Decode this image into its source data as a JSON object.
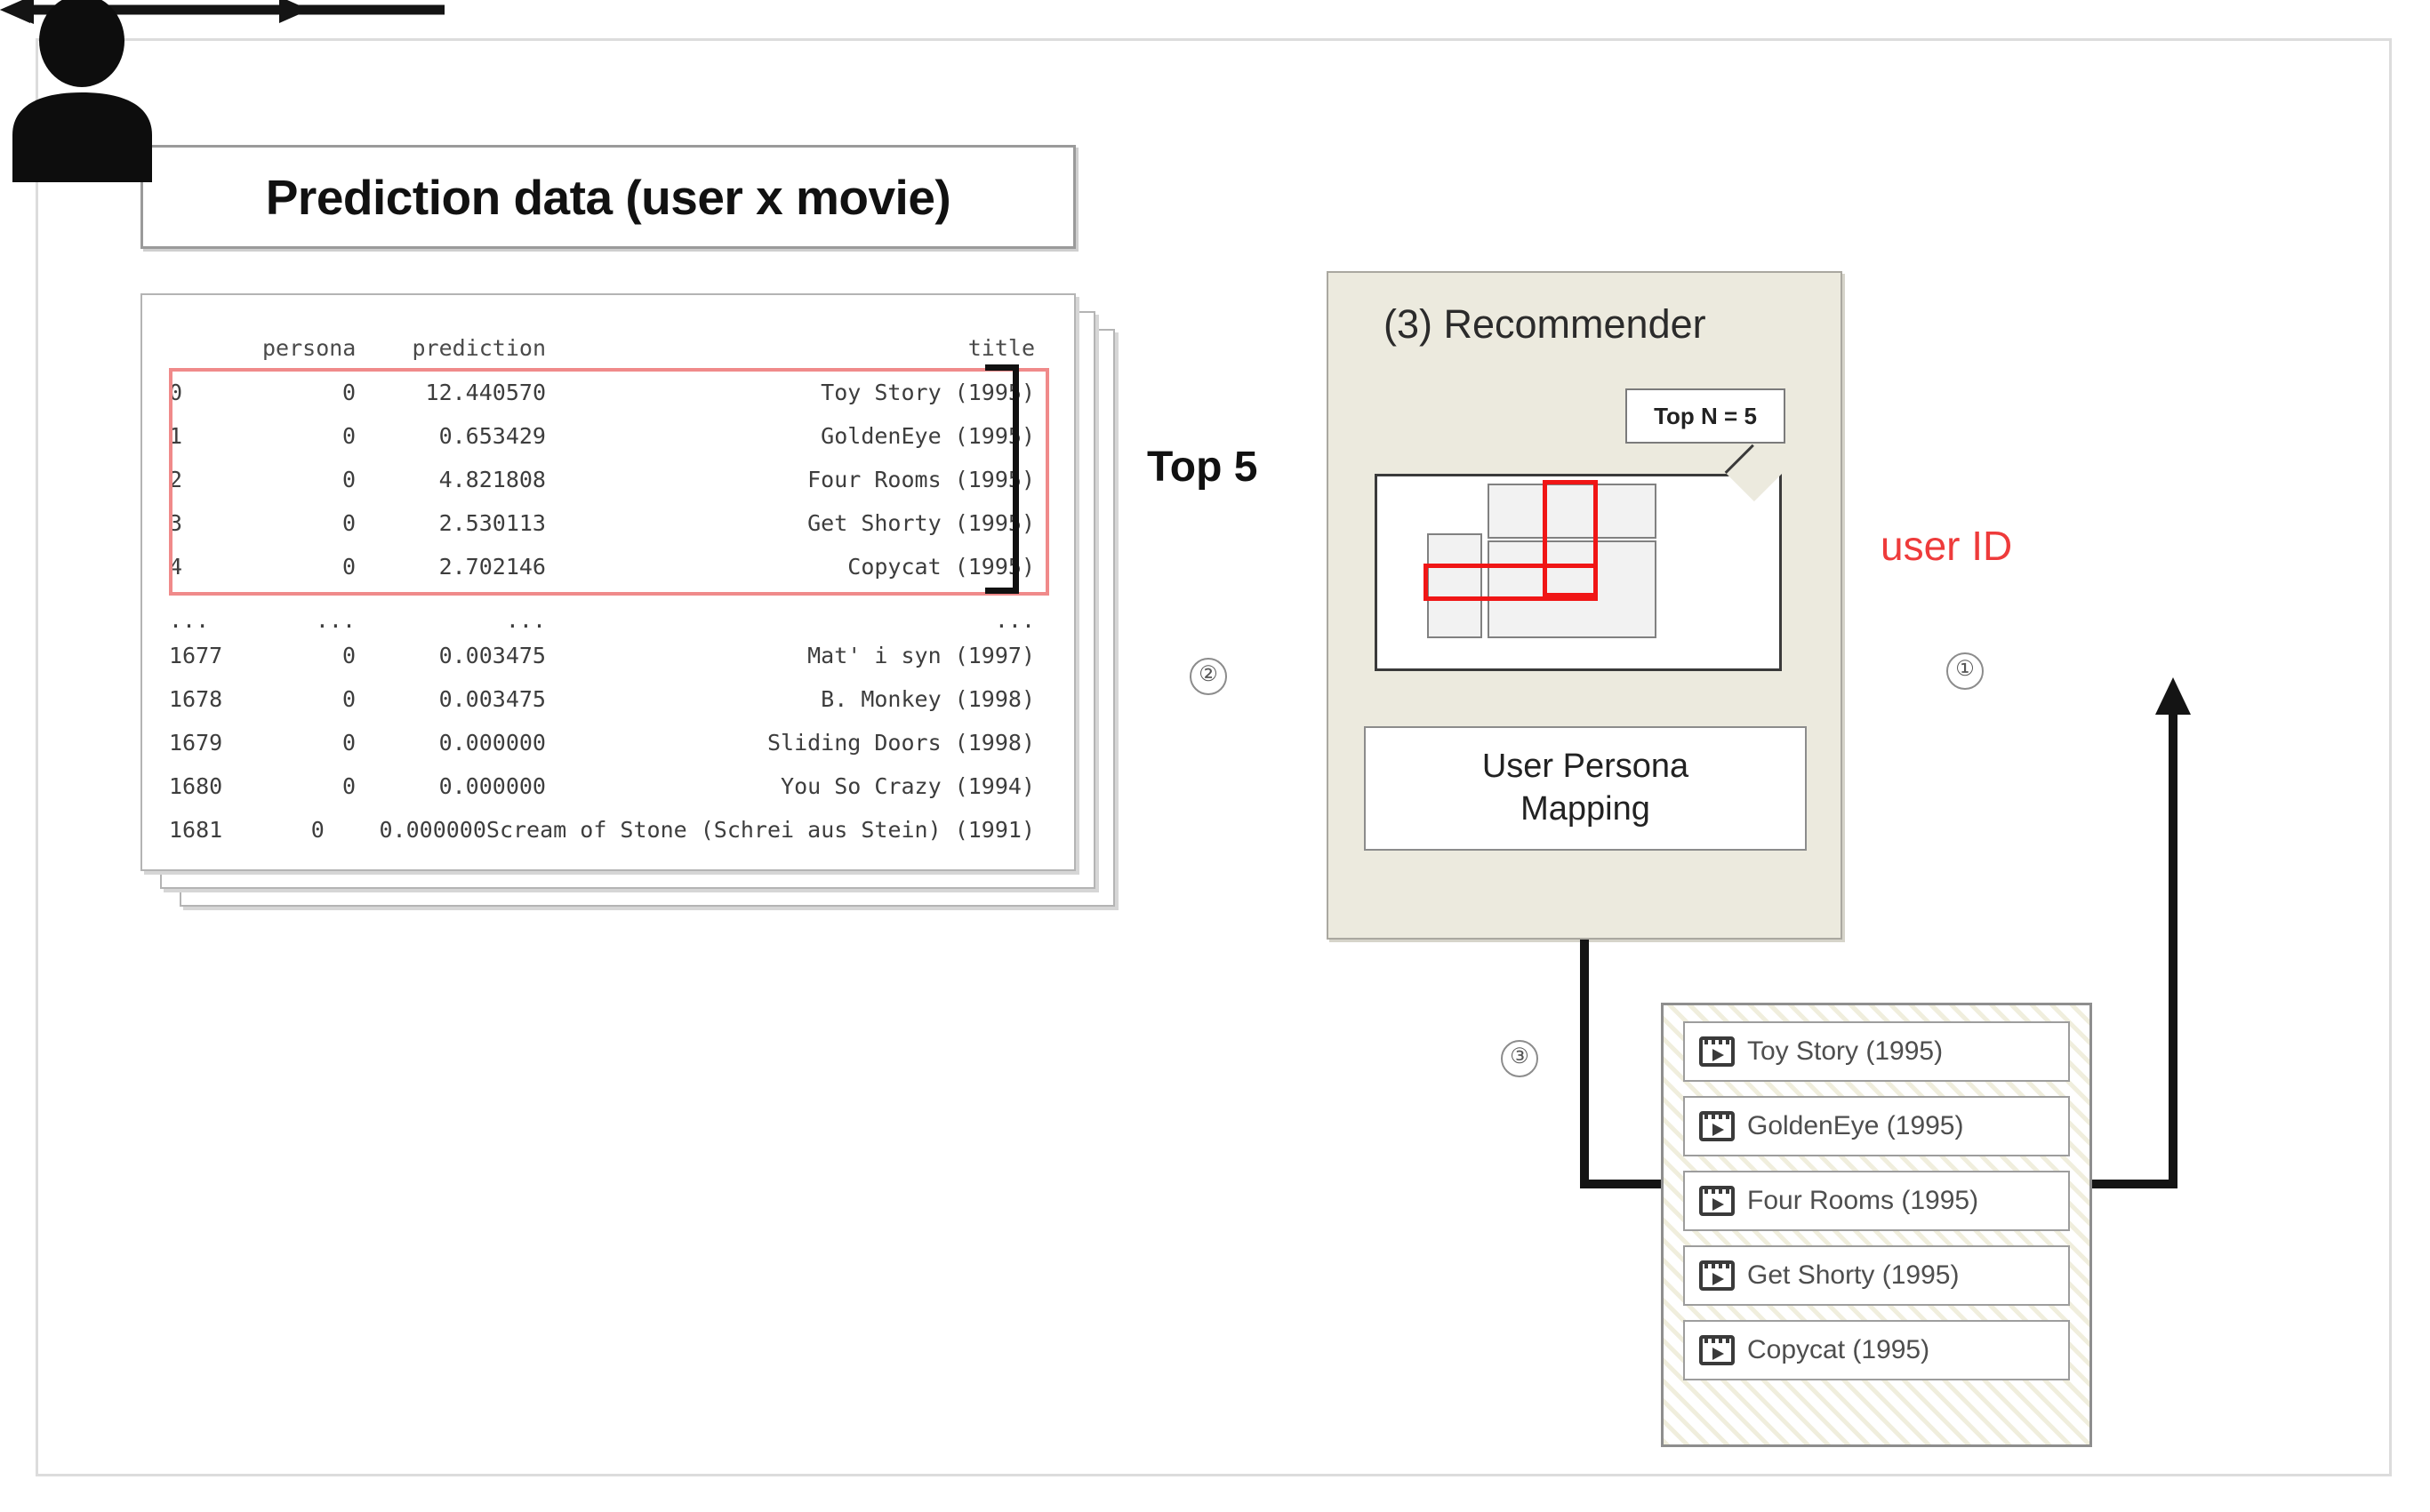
{
  "diagram": {
    "title": "Prediction data (user x movie)",
    "table": {
      "headers": {
        "index": "",
        "persona": "persona",
        "prediction": "prediction",
        "title": "title"
      },
      "highlighted_rows": [
        {
          "index": "0",
          "persona": "0",
          "prediction": "12.440570",
          "title": "Toy Story (1995)"
        },
        {
          "index": "1",
          "persona": "0",
          "prediction": "0.653429",
          "title": "GoldenEye (1995)"
        },
        {
          "index": "2",
          "persona": "0",
          "prediction": "4.821808",
          "title": "Four Rooms (1995)"
        },
        {
          "index": "3",
          "persona": "0",
          "prediction": "2.530113",
          "title": "Get Shorty (1995)"
        },
        {
          "index": "4",
          "persona": "0",
          "prediction": "2.702146",
          "title": "Copycat (1995)"
        }
      ],
      "ellipsis_row": {
        "index": "...",
        "persona": "...",
        "prediction": "...",
        "title": "..."
      },
      "tail_rows": [
        {
          "index": "1677",
          "persona": "0",
          "prediction": "0.003475",
          "title": "Mat' i syn (1997)"
        },
        {
          "index": "1678",
          "persona": "0",
          "prediction": "0.003475",
          "title": "B. Monkey (1998)"
        },
        {
          "index": "1679",
          "persona": "0",
          "prediction": "0.000000",
          "title": "Sliding Doors (1998)"
        },
        {
          "index": "1680",
          "persona": "0",
          "prediction": "0.000000",
          "title": "You So Crazy (1994)"
        },
        {
          "index": "1681",
          "persona": "0",
          "prediction": "0.000000",
          "title": "Scream of Stone (Schrei aus Stein) (1991)"
        }
      ]
    },
    "flow": {
      "top5_label": "Top 5",
      "step1": "①",
      "step2": "②",
      "step3": "③",
      "user_id_label": "user ID"
    },
    "recommender": {
      "title": "(3) Recommender",
      "top_n_badge": "Top N = 5",
      "user_persona_mapping_line1": "User Persona",
      "user_persona_mapping_line2": "Mapping"
    },
    "recommendations": [
      {
        "icon": "video-icon",
        "title": "Toy Story (1995)"
      },
      {
        "icon": "video-icon",
        "title": "GoldenEye (1995)"
      },
      {
        "icon": "video-icon",
        "title": "Four Rooms (1995)"
      },
      {
        "icon": "video-icon",
        "title": "Get Shorty (1995)"
      },
      {
        "icon": "video-icon",
        "title": "Copycat (1995)"
      }
    ],
    "colors": {
      "highlight_red": "#f08a8a",
      "matrix_red": "#f01616",
      "user_id_red": "#ee3b3b",
      "panel_beige": "#eceade",
      "connector_black": "#141414"
    }
  }
}
